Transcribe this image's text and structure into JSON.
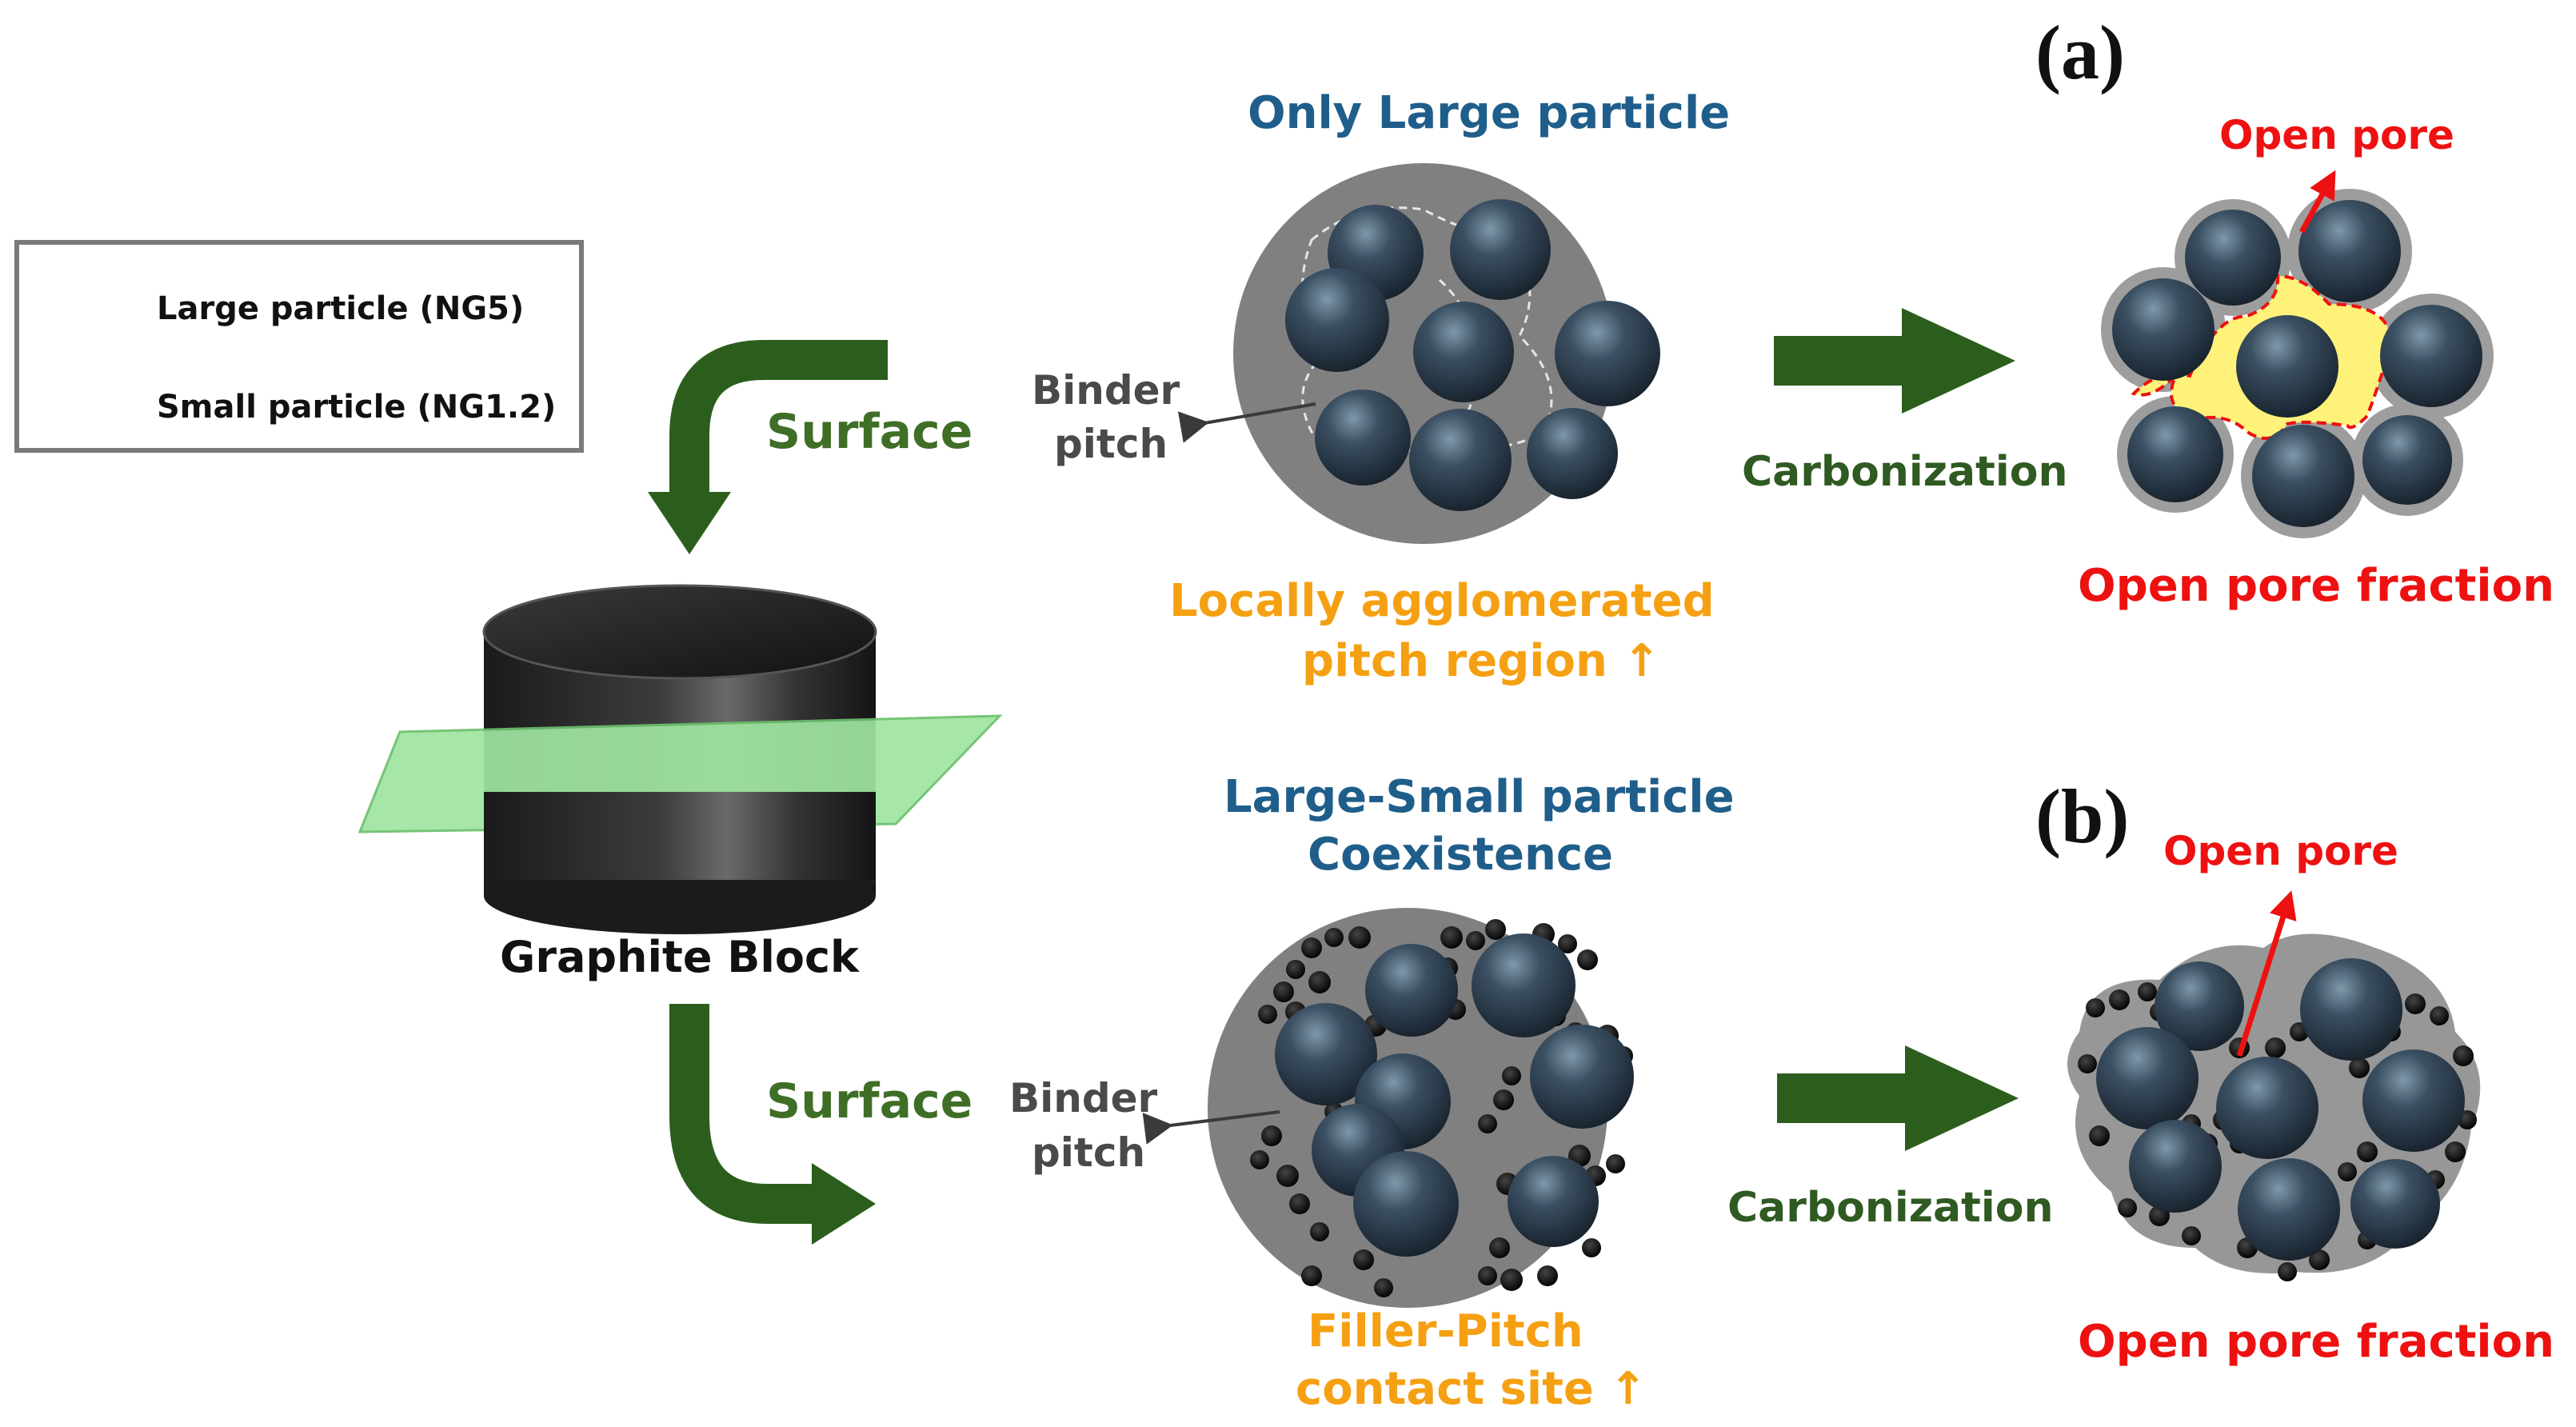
{
  "legend": {
    "large_label": "Large particle (NG5)",
    "small_label": "Small particle (NG1.2)"
  },
  "left": {
    "surface_top": "Surface",
    "surface_bottom": "Surface",
    "block_label": "Graphite Block"
  },
  "panel_a": {
    "letter": "(a)",
    "title": "Only Large particle",
    "binder_line1": "Binder",
    "binder_line2": "pitch",
    "bottom_line1": "Locally agglomerated",
    "bottom_line2": "pitch region ↑",
    "process": "Carbonization",
    "pore_label": "Open pore",
    "fraction_label": "Open pore fraction ↑"
  },
  "panel_b": {
    "letter": "(b)",
    "title_line1": "Large-Small particle",
    "title_line2": "Coexistence",
    "binder_line1": "Binder",
    "binder_line2": "pitch",
    "bottom_line1": "Filler-Pitch",
    "bottom_line2": "contact site ↑",
    "process": "Carbonization",
    "pore_label": "Open pore",
    "fraction_label": "Open pore fraction ↓"
  },
  "colors": {
    "arrow_green": "#2b5e1c",
    "label_green": "#3f6e26",
    "title_blue": "#1f5e8a",
    "orange": "#f5a012",
    "red": "#ee1111",
    "particle": "#2c3e50",
    "pitch_grey": "#808080",
    "pore_yellow": "#fff27a",
    "plane_green": "#9fe6a0"
  },
  "icons": [
    "large-particle-icon",
    "small-particle-icon",
    "graphite-block-icon",
    "curved-arrow-icon",
    "right-arrow-icon",
    "pore-arrow-icon"
  ]
}
